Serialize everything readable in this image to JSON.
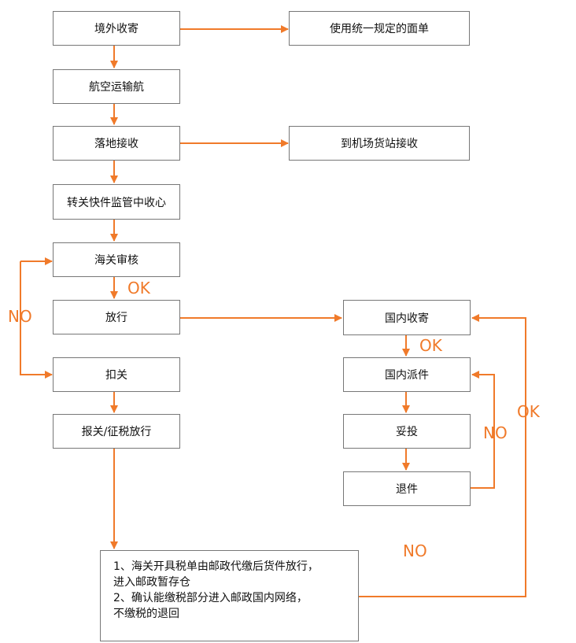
{
  "nodes": {
    "n1": "境外收寄",
    "n2": "使用统一规定的面单",
    "n3": "航空运输航",
    "n4": "落地接收",
    "n5": "到机场货站接收",
    "n6": "转关快件监管中收心",
    "n7": "海关审核",
    "n8": "放行",
    "n9": "扣关",
    "n10": "报关/征税放行",
    "n11": "国内收寄",
    "n12": "国内派件",
    "n13": "妥投",
    "n14": "退件"
  },
  "note": {
    "line1": "1、海关开具税单由邮政代缴后货件放行，",
    "line2": "进入邮政暂存仓",
    "line3": "2、确认能缴税部分进入邮政国内网络，",
    "line4": "不缴税的退回"
  },
  "edge_labels": {
    "ok_customs": "OK",
    "no_customs": "NO",
    "ok_domestic": "OK",
    "no_delivery": "NO",
    "ok_return": "OK",
    "no_bottom": "NO"
  },
  "colors": {
    "arrow": "#f07a2a",
    "border": "#777777"
  }
}
